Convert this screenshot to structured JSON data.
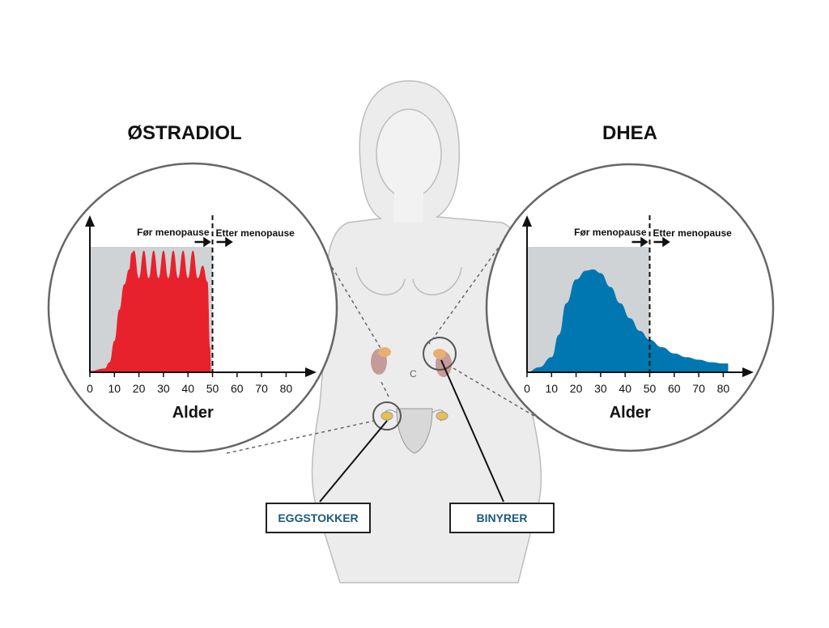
{
  "colors": {
    "estradiol": "#e8222c",
    "dhea": "#0077b0",
    "band": "#cfd3d5",
    "body": "#ebebeb"
  },
  "labels": {
    "ovaries": "EGGSTOKKER",
    "adrenals": "BINYRER",
    "uterus_mark": "C"
  },
  "chart_data": [
    {
      "type": "area",
      "title": "ØSTRADIOL",
      "xlabel": "Alder",
      "ylabel": "",
      "xlim": [
        0,
        88
      ],
      "ylim": [
        0,
        1.15
      ],
      "xticks": [
        "0",
        "10",
        "20",
        "30",
        "40",
        "50",
        "60",
        "70",
        "80"
      ],
      "menopause_age": 50,
      "phase_labels": [
        "Før menopause",
        "Etter menopause"
      ],
      "reference_band": {
        "x": [
          0,
          50
        ],
        "y": 1.0
      },
      "x": [
        0,
        6,
        8,
        10,
        12,
        14,
        16,
        17,
        18,
        20,
        22,
        24,
        26,
        28,
        30,
        32,
        34,
        36,
        38,
        40,
        42,
        44,
        46,
        48,
        49,
        49.5
      ],
      "y": [
        0.01,
        0.03,
        0.08,
        0.25,
        0.5,
        0.7,
        0.82,
        0.95,
        0.97,
        0.75,
        0.97,
        0.75,
        0.97,
        0.75,
        0.97,
        0.75,
        0.97,
        0.75,
        0.97,
        0.75,
        0.97,
        0.75,
        0.85,
        0.72,
        0.2,
        0
      ]
    },
    {
      "type": "area",
      "title": "DHEA",
      "xlabel": "Alder",
      "ylabel": "",
      "xlim": [
        0,
        88
      ],
      "ylim": [
        0,
        1.15
      ],
      "xticks": [
        "0",
        "10",
        "20",
        "30",
        "40",
        "50",
        "60",
        "70",
        "80"
      ],
      "menopause_age": 50,
      "phase_labels": [
        "Før menopause",
        "Etter menopause"
      ],
      "reference_band": {
        "x": [
          0,
          50
        ],
        "y": 1.0
      },
      "x": [
        0,
        5,
        10,
        13,
        16,
        20,
        24,
        27,
        30,
        34,
        38,
        42,
        46,
        50,
        55,
        60,
        65,
        70,
        75,
        80,
        82
      ],
      "y": [
        0,
        0.04,
        0.12,
        0.3,
        0.55,
        0.74,
        0.81,
        0.82,
        0.79,
        0.68,
        0.55,
        0.43,
        0.33,
        0.26,
        0.2,
        0.15,
        0.12,
        0.1,
        0.08,
        0.07,
        0.07
      ]
    }
  ]
}
